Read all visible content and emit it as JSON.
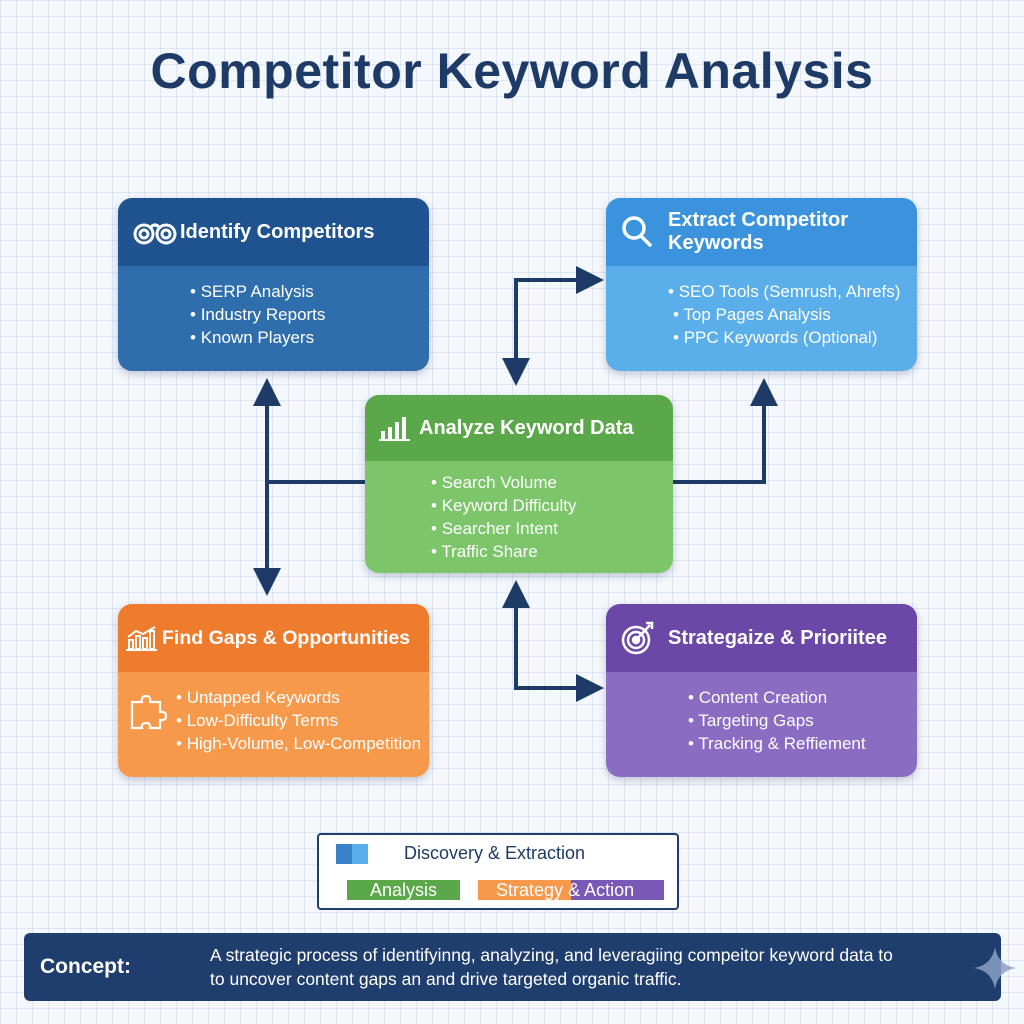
{
  "title": "Competitor Keyword Analysis",
  "cards": {
    "identify": {
      "title": "Identify Competitors",
      "icon": "binoculars-icon",
      "items": [
        "SERP Analysis",
        "Industry Reports",
        "Known Players"
      ],
      "head_color": "#1f5390",
      "body_color": "#2f6ead"
    },
    "extract": {
      "title_line1": "Extract Competitor",
      "title_line2": "Keywords",
      "icon": "magnifier-icon",
      "items": [
        "SEO Tools (Semrush, Ahrefs)",
        "Top Pages Analysis",
        "PPC Keywords (Optional)"
      ],
      "head_color": "#3a93dc",
      "body_color": "#5aaee9"
    },
    "analyze": {
      "title": "Analyze Keyword Data",
      "icon": "bar-chart-icon",
      "items": [
        "Search Volume",
        "Keyword Difficulty",
        "Searcher Intent",
        "Traffic Share"
      ],
      "head_color": "#5aa849",
      "body_color": "#7cc56b"
    },
    "gaps": {
      "title": "Find Gaps & Opportunities",
      "icon": "growth-chart-icon",
      "body_icon": "puzzle-icon",
      "items": [
        "Untapped Keywords",
        "Low-Difficulty Terms",
        "High-Volume, Low-Competition"
      ],
      "head_color": "#ef7b2c",
      "body_color": "#f7994b"
    },
    "strategize": {
      "title": "Strategaize & Prioriitee",
      "icon": "target-icon",
      "items": [
        "Content Creation",
        "Targeting Gaps",
        "Tracking & Reffiement"
      ],
      "head_color": "#6b48a8",
      "body_color": "#8a6cc2"
    }
  },
  "legend": {
    "discovery": "Discovery & Extraction",
    "analysis": "Analysis",
    "strategy_part1": "Strategy ",
    "strategy_part2": "& Action",
    "colors": {
      "discovery": [
        "#3a82c8",
        "#5aaee9"
      ],
      "analysis": "#5aa849",
      "strategy": [
        "#f7994b",
        "#7a58b8"
      ]
    }
  },
  "concept": {
    "label": "Concept:",
    "line1": "A strategic process of identifyinng, analyzing, and leveragiing compeitor keyword data to",
    "line2": "to uncover content gaps an and drive targeted organic traffic.",
    "icon": "sparkle-icon"
  },
  "connector_color": "#1d3b66"
}
